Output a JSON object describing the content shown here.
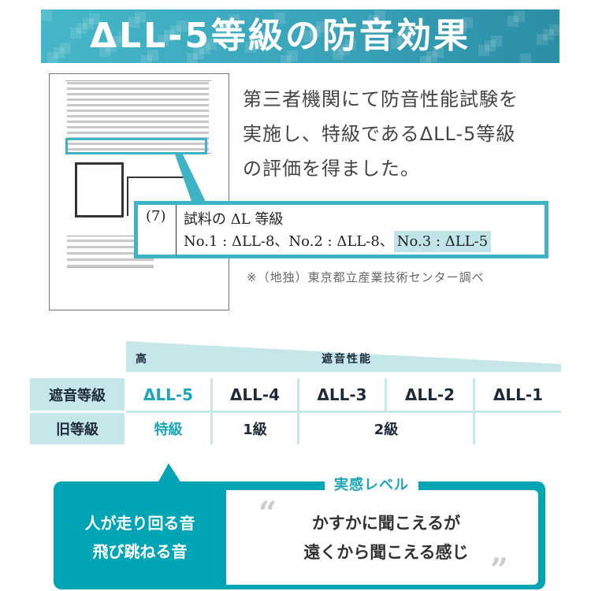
{
  "header": {
    "title": "ΔLL-5等級の防音効果"
  },
  "description": [
    "第三者機関にて防音性能試験を",
    "実施し、特級であるΔLL-5等級",
    "の評価を得ました。"
  ],
  "certificate_excerpt": {
    "number": "(7)",
    "heading": "試料の ΔL 等級",
    "line_part1": "No.1 : ΔLL-8、No.2 : ΔLL-8、",
    "line_highlight": "No.3 : ΔLL-5"
  },
  "source_note": "※（地独）東京都立産業技術センター調べ",
  "table": {
    "scale_high": "高",
    "scale_label": "遮音性能",
    "row1_label": "遮音等級",
    "grades": [
      "ΔLL-5",
      "ΔLL-4",
      "ΔLL-3",
      "ΔLL-2",
      "ΔLL-1"
    ],
    "row2_label": "旧等級",
    "old_grades": [
      "特級",
      "1級",
      "2級"
    ]
  },
  "feel": {
    "label": "実感レベル",
    "sound": [
      "人が走り回る音",
      "飛び跳ねる音"
    ],
    "impression": [
      "かすかに聞こえるが",
      "遠くから聞こえる感じ"
    ],
    "open_quote": "“",
    "close_quote": "”"
  },
  "colors": {
    "accent": "#00a5b5",
    "light": "#c5e7ea",
    "text": "#1e2a3a"
  }
}
